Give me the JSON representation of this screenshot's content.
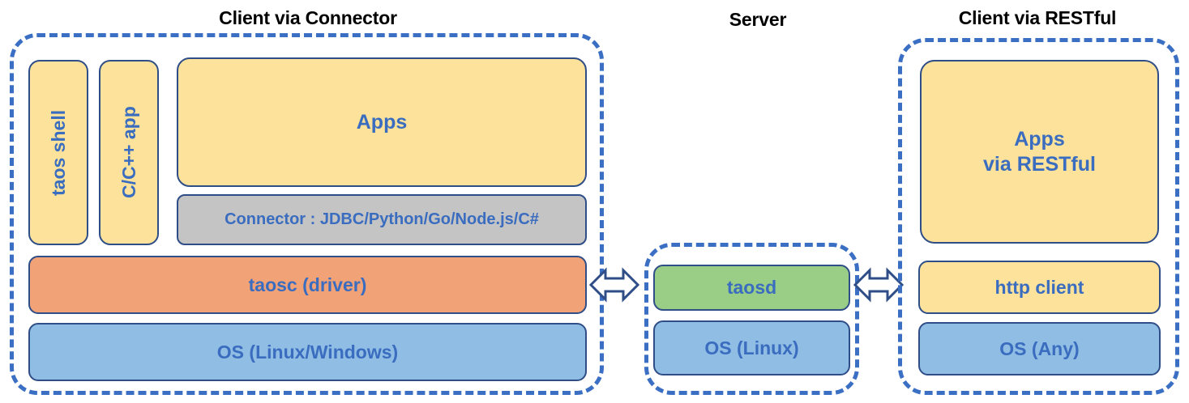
{
  "columns": {
    "connector": {
      "title": "Client via Connector",
      "boxes": {
        "taos_shell": "taos shell",
        "cpp_app": "C/C++ app",
        "apps": "Apps",
        "connector": "Connector : JDBC/Python/Go/Node.js/C#",
        "taosc": "taosc (driver)",
        "os": "OS (Linux/Windows)"
      }
    },
    "server": {
      "title": "Server",
      "boxes": {
        "taosd": "taosd",
        "os": "OS (Linux)"
      }
    },
    "restful": {
      "title": "Client via RESTful",
      "boxes": {
        "apps": "Apps\nvia RESTful",
        "http_client": "http client",
        "os": "OS (Any)"
      }
    }
  },
  "connectors": [
    {
      "name": "connector-to-server",
      "icon": "left-right-arrow-icon"
    },
    {
      "name": "server-to-restful",
      "icon": "left-right-arrow-icon"
    }
  ],
  "colors": {
    "dashed_border": "#3B6FC4",
    "box_border": "#2F4E87",
    "box_text": "#3A6CBF",
    "title_text": "#000000",
    "yellow": "#FCE29A",
    "orange": "#F2A277",
    "blue": "#90BDE4",
    "green": "#9ACD86",
    "gray": "#C4C4C4",
    "background": "#FFFFFF"
  }
}
